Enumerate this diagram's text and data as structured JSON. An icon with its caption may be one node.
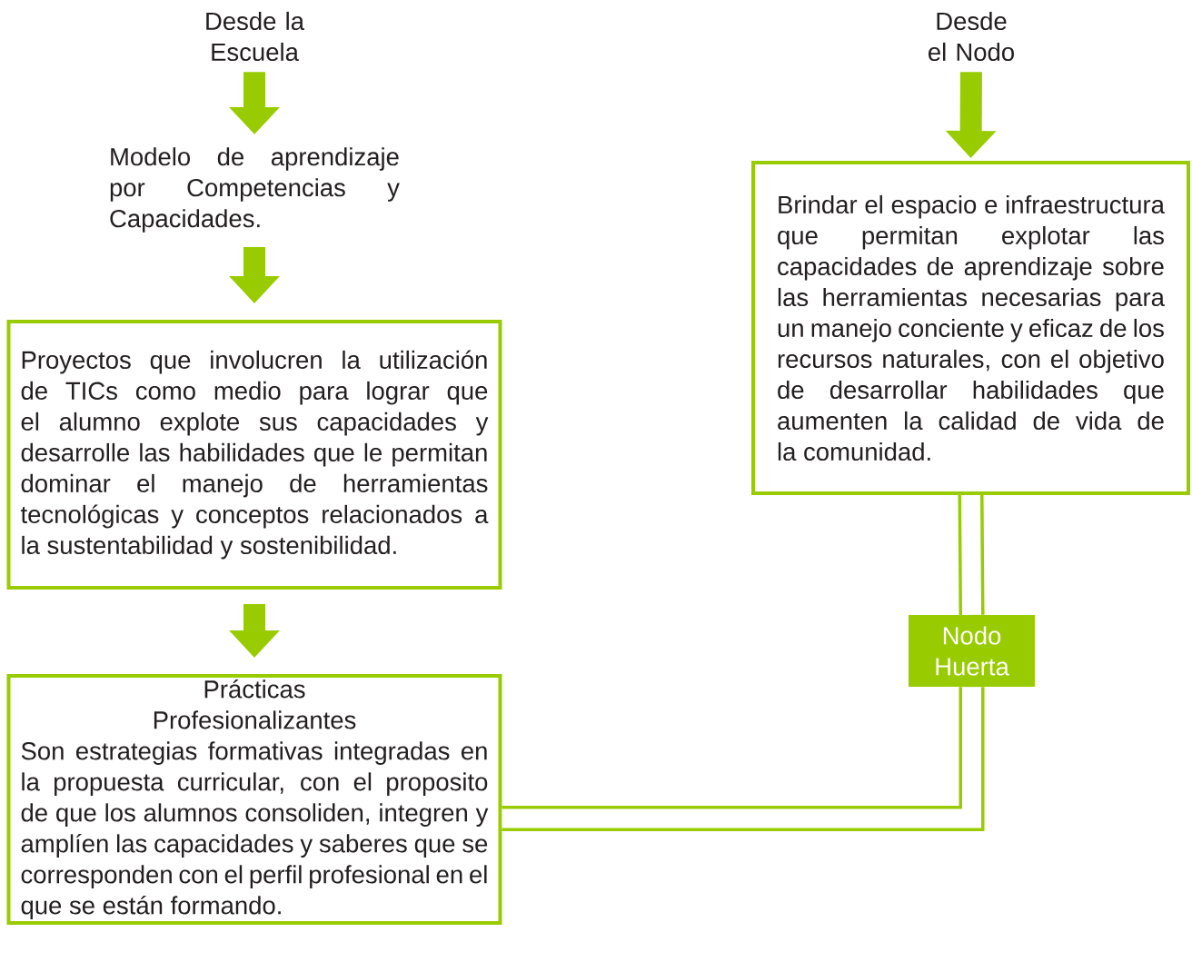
{
  "diagram": {
    "nodes": [
      {
        "text": [
          "Desde la Escuela"
        ]
      },
      {
        "text": [
          "Modelo de aprendizaje por Competencias y Capacidades."
        ]
      },
      {
        "text": [
          "Proyectos que involucren la utilización de TICs como medio para lograr que el alumno explote sus capacidades y desarrolle las habilidades que le permitan dominar el manejo de herramientas tecnológicas y conceptos relacionados a la sustentabilidad y sostenibilidad."
        ]
      },
      {
        "text": [
          "Prácticas Profesionalizantes",
          "Son estrategias formativas integradas en la propuesta curricular, con el proposito de que los alumnos consoliden, integren y amplíen las capacidades y saberes que se corresponden con el perfil profesional en el que se están formando."
        ]
      },
      {
        "text": [
          "Desde el Nodo"
        ]
      },
      {
        "text": [
          "Brindar el espacio e infraestructura que permitan explotar las capacidades de aprendizaje sobre las herramientas necesarias para un manejo conciente y eficaz de los recursos naturales, con el objetivo de desarrollar habilidades que aumenten la calidad de vida de la comunidad."
        ]
      },
      {
        "text": [
          "Nodo Huerta"
        ]
      }
    ],
    "edges": [
      {
        "from": 0,
        "to": 1,
        "arrow": "to"
      },
      {
        "from": 1,
        "to": 2,
        "arrow": "to"
      },
      {
        "from": 2,
        "to": 3,
        "arrow": "to"
      },
      {
        "from": 4,
        "to": 5,
        "arrow": "to"
      },
      {
        "from": 5,
        "to": 6,
        "arrow": "none"
      },
      {
        "from": 6,
        "to": 3,
        "arrow": "none"
      }
    ]
  }
}
